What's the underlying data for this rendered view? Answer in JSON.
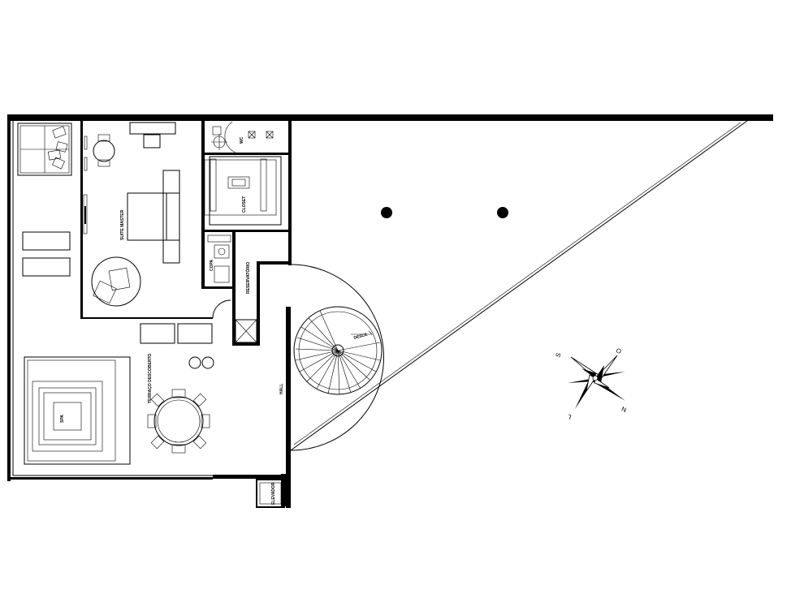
{
  "rooms": {
    "suite_master": "SUITE MASTER",
    "closet": "CLOSET",
    "wc": "WC",
    "copa": "COPA",
    "reservatorio": "RESERVATÓRIO",
    "terraco": "TERRAÇO DESCOBERTO",
    "spa": "SPA",
    "hall": "HALL",
    "elevador": "ELEVADOR"
  },
  "stair": {
    "direction_label": "DESCE"
  },
  "compass": {
    "s": "S",
    "o": "O",
    "l": "L",
    "n": "N"
  }
}
